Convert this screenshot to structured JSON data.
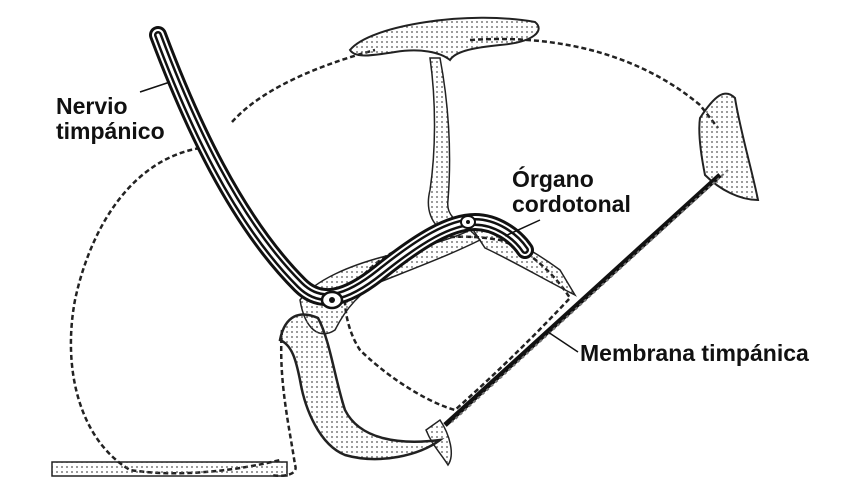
{
  "labels": {
    "nervio_line1": "Nervio",
    "nervio_line2": "timpánico",
    "organo_line1": "Órgano",
    "organo_line2": "cordotonal",
    "membrana": "Membrana timpánica"
  },
  "colors": {
    "ink": "#111111",
    "stipple": "#cfcfcf",
    "background": "#ffffff"
  }
}
